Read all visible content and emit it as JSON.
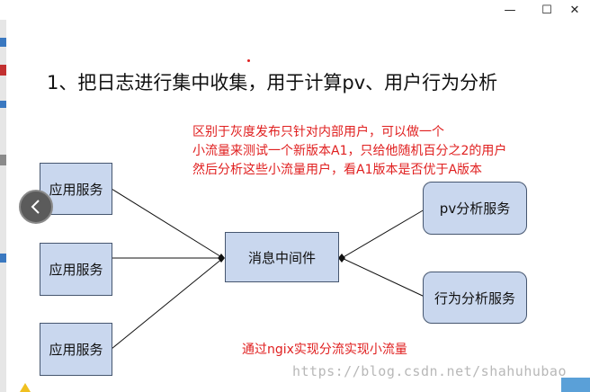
{
  "window": {
    "minimize_glyph": "—",
    "maximize_glyph": "☐",
    "close_glyph": "✕"
  },
  "slide": {
    "title": "1、把日志进行集中收集，用于计算pv、用户行为分析",
    "note_lines": [
      "区别于灰度发布只针对内部用户，可以做一个",
      "小流量来测试一个新版本A1，只给他随机百分之2的用户",
      "然后分析这些小流量用户，看A1版本是否优于A版本"
    ],
    "app_service_labels": [
      "应用服务",
      "应用服务",
      "应用服务"
    ],
    "middleware_label": "消息中间件",
    "pv_service_label": "pv分析服务",
    "behavior_service_label": "行为分析服务",
    "bottom_note": "通过ngix实现分流实现小流量",
    "watermark": "https://blog.csdn.net/shahuhubao"
  },
  "colors": {
    "box_fill": "#c9d7ee",
    "box_border": "#46566f",
    "note_red": "#e02020"
  },
  "icons": {
    "prev_slide": "chevron-left-icon"
  }
}
